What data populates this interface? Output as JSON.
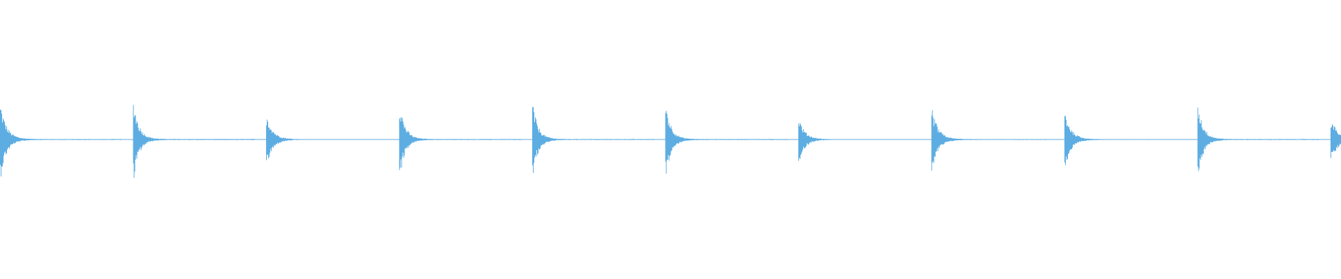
{
  "waveform": {
    "color": "#5dade2",
    "background": "#ffffff",
    "baseline_visible": true,
    "transients": [
      {
        "peak": 0.52,
        "decay": 0.07
      },
      {
        "peak": 0.58,
        "decay": 0.08
      },
      {
        "peak": 0.38,
        "decay": 0.07
      },
      {
        "peak": 0.55,
        "decay": 0.08
      },
      {
        "peak": 0.53,
        "decay": 0.08
      },
      {
        "peak": 0.55,
        "decay": 0.08
      },
      {
        "peak": 0.32,
        "decay": 0.07
      },
      {
        "peak": 0.46,
        "decay": 0.07
      },
      {
        "peak": 0.42,
        "decay": 0.07
      },
      {
        "peak": 0.54,
        "decay": 0.08
      },
      {
        "peak": 0.3,
        "decay": 0.06
      }
    ]
  }
}
